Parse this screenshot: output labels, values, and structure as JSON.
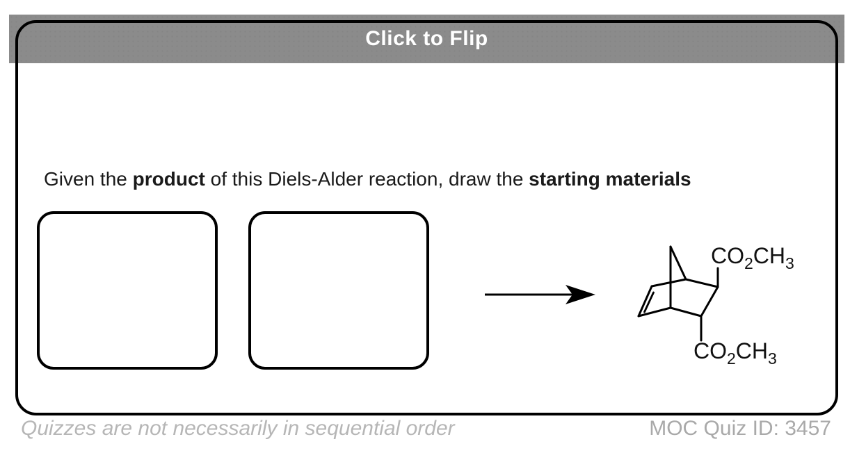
{
  "header": {
    "flip_label": "Click to Flip",
    "bar_color": "#8b8b8b",
    "text_color": "#ffffff"
  },
  "question": {
    "prefix": "Given the ",
    "bold1": "product",
    "middle": " of this Diels-Alder reaction, draw the ",
    "bold2": "starting materials"
  },
  "reaction": {
    "answer_box_count": 2,
    "arrow_icon": "right-arrow",
    "product_molecule": {
      "description": "norbornene bicyclic Diels-Alder product",
      "ester_top": {
        "c1": "CO",
        "sub1": "2",
        "c2": "CH",
        "sub2": "3"
      },
      "ester_bottom": {
        "c1": "CO",
        "sub1": "2",
        "c2": "CH",
        "sub2": "3"
      }
    }
  },
  "footer": {
    "note": "Quizzes are not necessarily in sequential order",
    "quiz_id": "MOC Quiz ID: 3457"
  },
  "colors": {
    "bar": "#8b8b8b",
    "border": "#000000",
    "footer_note": "#b6b6b6",
    "footer_id": "#a9a9a9"
  }
}
